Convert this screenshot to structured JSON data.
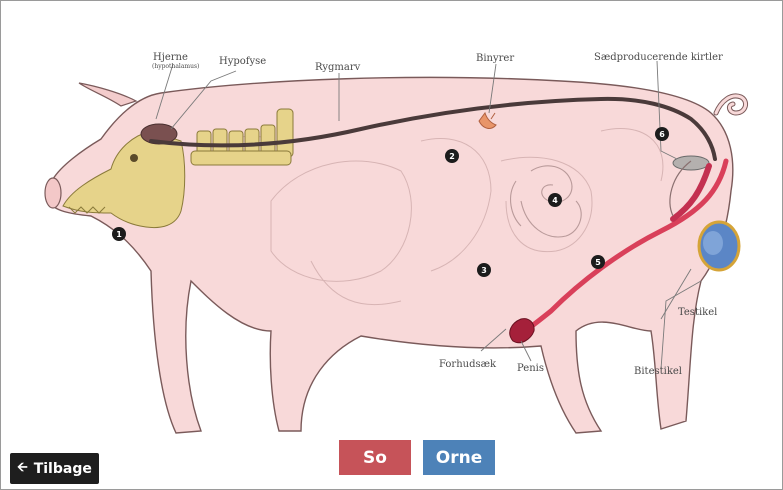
{
  "labels": {
    "hjerne": "Hjerne",
    "hypothalamus": "(hypothalamus)",
    "hypofyse": "Hypofyse",
    "rygmarv": "Rygmarv",
    "binyrer": "Binyrer",
    "kirtler": "Sædproducerende kirtler",
    "testikel": "Testikel",
    "bitestikel": "Bitestikel",
    "penis": "Penis",
    "forhudsaek": "Forhudsæk"
  },
  "markers": [
    "1",
    "2",
    "3",
    "4",
    "5",
    "6"
  ],
  "buttons": {
    "back_label": "Tilbage",
    "back_icon": "arrow-left-icon",
    "so_label": "So",
    "orne_label": "Orne"
  },
  "colors": {
    "so": "#c65359",
    "orne": "#4d82b8",
    "back": "#1e1e1e",
    "pig_skin": "#f8d9d9",
    "skull": "#e6d38a",
    "spinal_cord": "#4a3a3a"
  }
}
